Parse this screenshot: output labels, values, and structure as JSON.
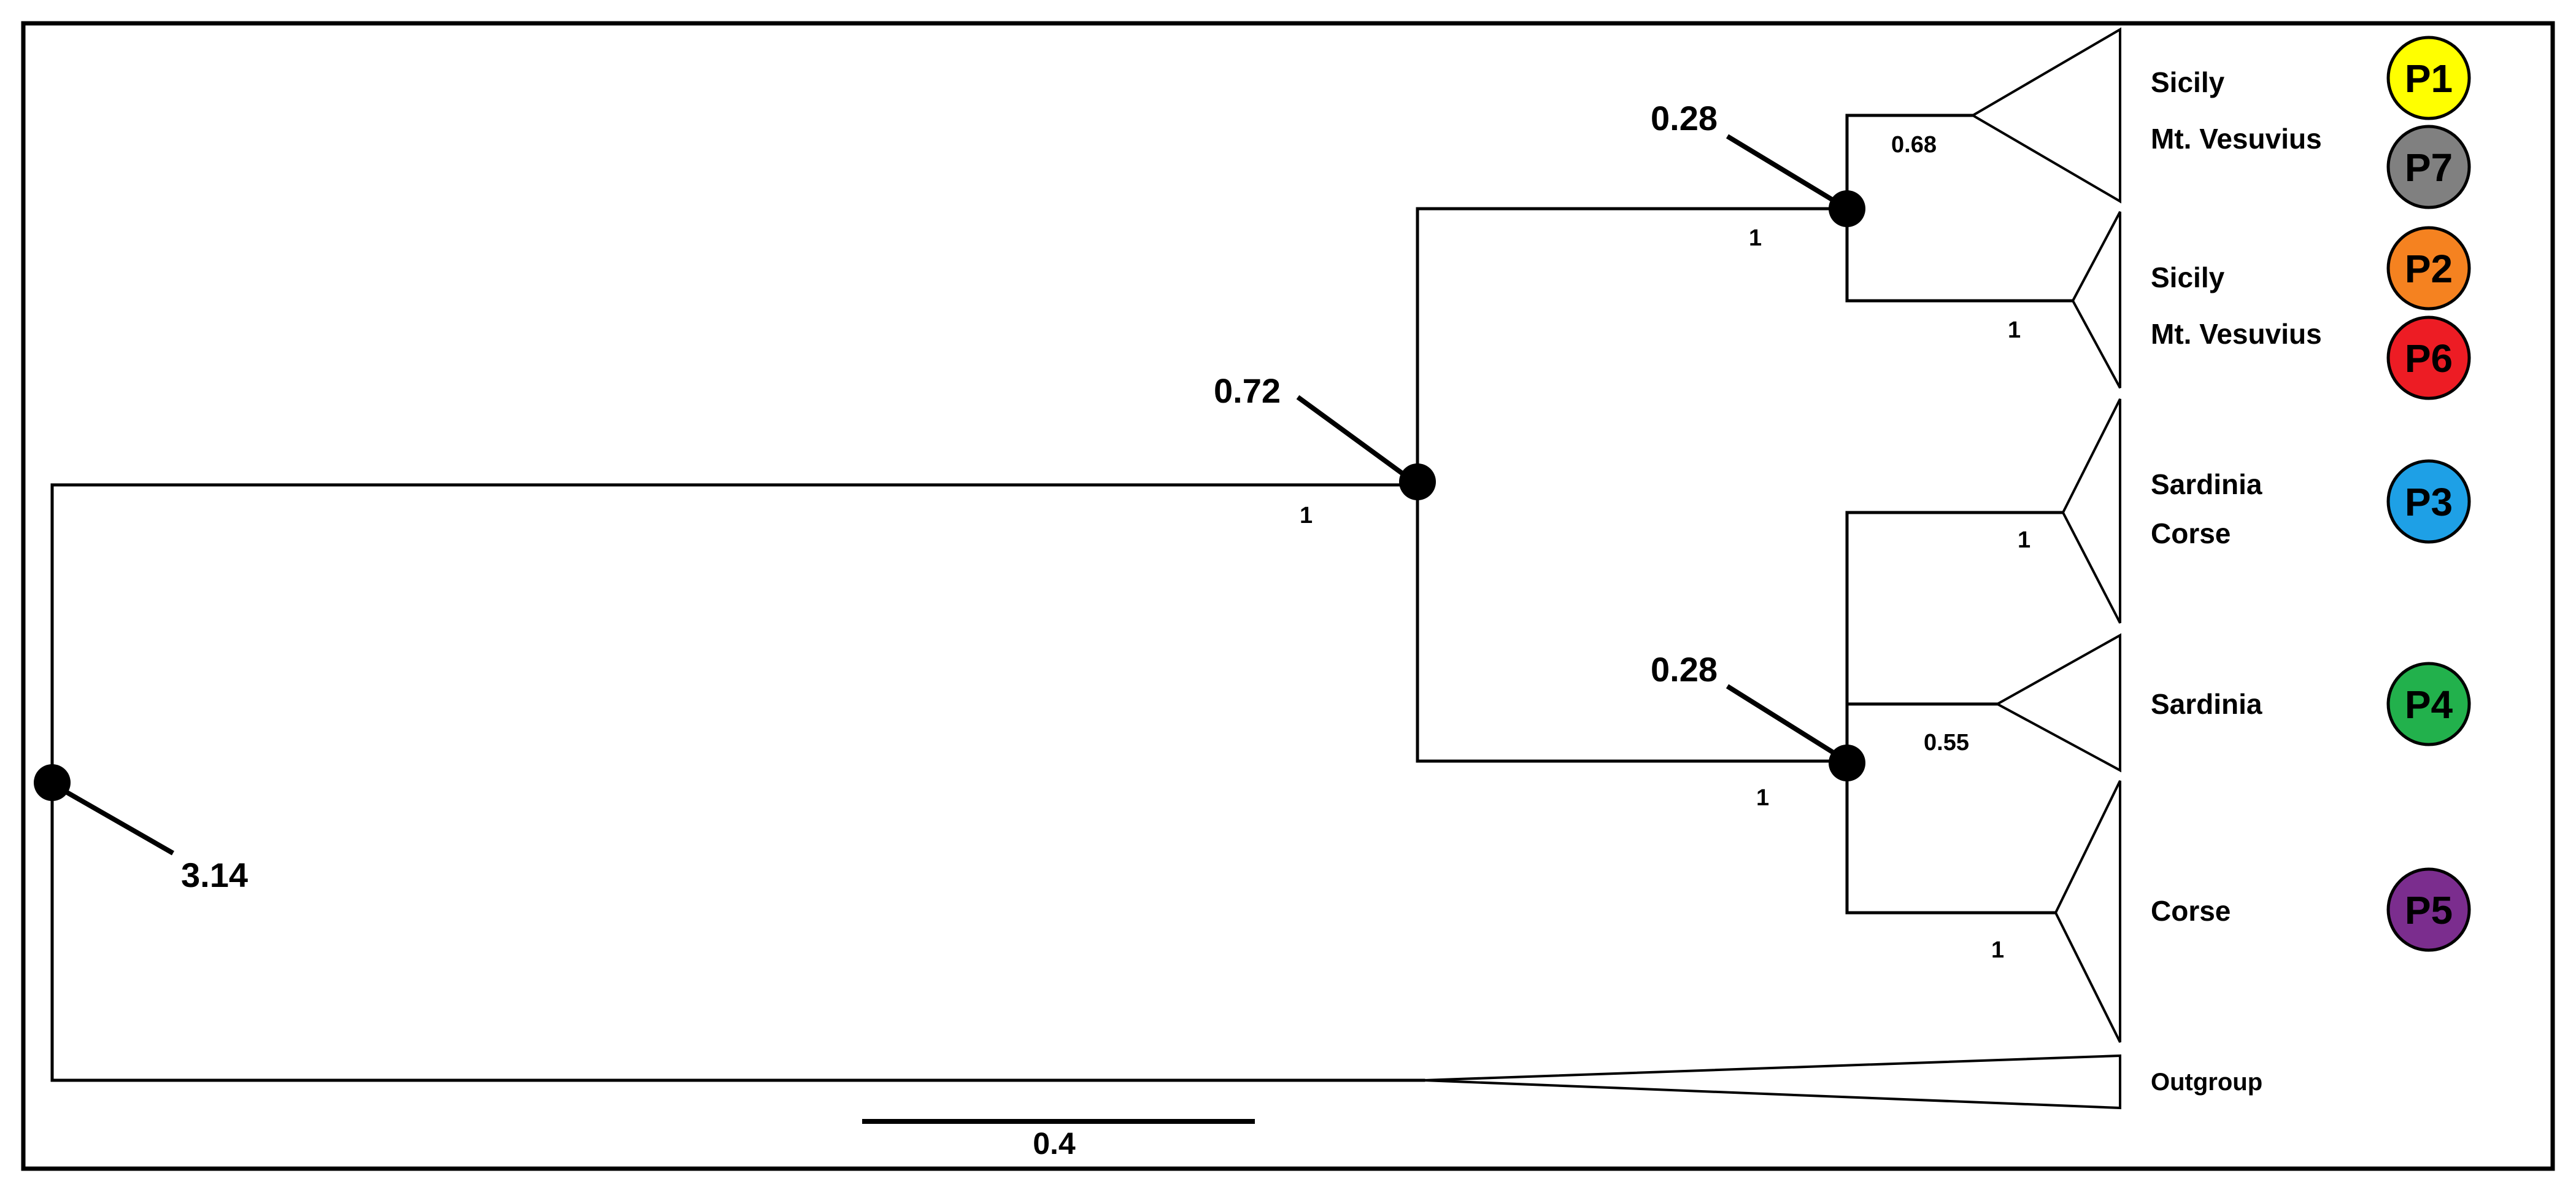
{
  "node_ages": {
    "root": "3.14",
    "crown": "0.72",
    "upper_node": "0.28",
    "lower_node": "0.28"
  },
  "supports": {
    "root_stem": "1",
    "upper_stem": "1",
    "p1_p7": "0.68",
    "p2_p6": "1",
    "lower_stem": "1",
    "p3": "1",
    "p4": "0.55",
    "p5": "1"
  },
  "taxa": {
    "p1_p7_top": "Sicily",
    "p1_p7_bottom": "Mt. Vesuvius",
    "p2_p6_top": "Sicily",
    "p2_p6_bottom": "Mt. Vesuvius",
    "p3_top": "Sardinia",
    "p3_bottom": "Corse",
    "p4": "Sardinia",
    "p5": "Corse",
    "outgroup": "Outgroup"
  },
  "populations": [
    {
      "label": "P1",
      "color": "#ffff00"
    },
    {
      "label": "P7",
      "color": "#808080"
    },
    {
      "label": "P2",
      "color": "#f58220"
    },
    {
      "label": "P6",
      "color": "#ed1c24"
    },
    {
      "label": "P3",
      "color": "#1ea0e6"
    },
    {
      "label": "P4",
      "color": "#22b14c"
    },
    {
      "label": "P5",
      "color": "#7b2d8e"
    }
  ],
  "scale_bar": {
    "label": "0.4"
  }
}
